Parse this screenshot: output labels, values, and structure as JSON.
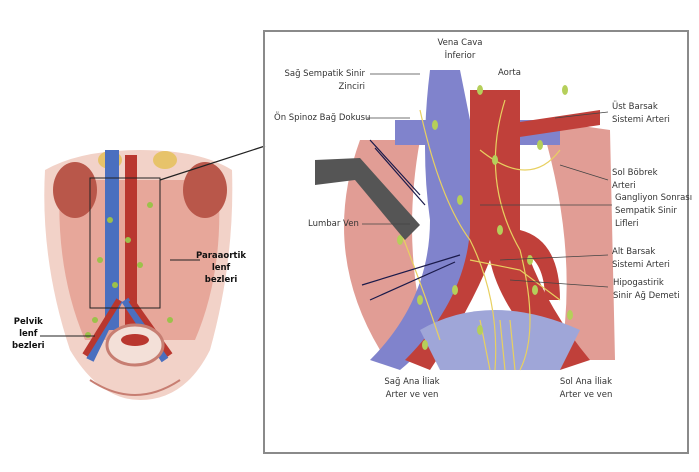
{
  "left_figure": {
    "labels": {
      "paraaortic": [
        "Paraaortik",
        "lenf",
        "bezleri"
      ],
      "pelvic": [
        "Pelvik",
        "lenf",
        "bezleri"
      ]
    }
  },
  "detail_figure": {
    "labels": {
      "vena_cava": [
        "Vena Cava",
        "İnferior"
      ],
      "right_sympathetic": [
        "Sağ Sempatik Sinir",
        "Zinciri"
      ],
      "aorta": "Aorta",
      "anterior_spinal": "Ön Spinoz Bağ Dokusu",
      "superior_mesenteric": [
        "Üst Barsak",
        "Sistemi Arteri"
      ],
      "left_renal": [
        "Sol Böbrek",
        "Arteri"
      ],
      "postganglionic": [
        "Gangliyon Sonrası",
        "Sempatik Sinir",
        "Lifleri"
      ],
      "lumbar_vein": "Lumbar Ven",
      "inferior_mesenteric": [
        "Alt Barsak",
        "Sistemi Arteri"
      ],
      "hypogastric": [
        "Hipogastirik",
        "Sinir Ağ Demeti"
      ],
      "right_iliac": [
        "Sağ Ana İliak",
        "Arter ve ven"
      ],
      "left_iliac": [
        "Sol Ana İliak",
        "Arter ve ven"
      ]
    }
  },
  "colors": {
    "artery": "#c0403a",
    "vein": "#7d7fc9",
    "muscle": "#d9847a",
    "nerve": "#e8d060",
    "node": "#b5cf5a"
  }
}
